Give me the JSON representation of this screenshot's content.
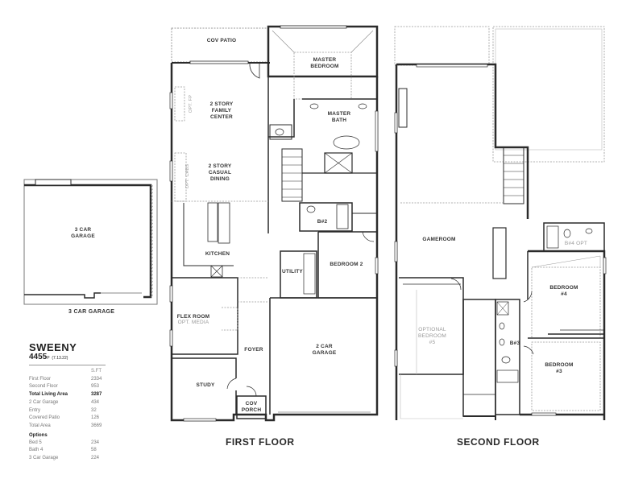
{
  "plan": {
    "name": "SWEENY",
    "number": "4455",
    "number_suffix": "P",
    "revision": "(7.13.22)"
  },
  "area_table": {
    "unit_header": "S.FT",
    "rows": [
      {
        "label": "First Floor",
        "value": "2334",
        "bold": false
      },
      {
        "label": "Second Floor",
        "value": "953",
        "bold": false
      },
      {
        "label": "Total Living Area",
        "value": "3287",
        "bold": true
      },
      {
        "label": "2 Car Garage",
        "value": "434",
        "bold": false
      },
      {
        "label": "Entry",
        "value": "32",
        "bold": false
      },
      {
        "label": "Covered Patio",
        "value": "126",
        "bold": false
      },
      {
        "label": "Total Area",
        "value": "3669",
        "bold": false
      }
    ],
    "options_header": "Options",
    "options": [
      {
        "label": "Bed 5",
        "value": "234"
      },
      {
        "label": "Bath 4",
        "value": "58"
      },
      {
        "label": "3 Car Garage",
        "value": "224"
      }
    ]
  },
  "option_garage": {
    "room_label": "3 CAR\nGARAGE",
    "caption": "3 CAR GARAGE"
  },
  "first_floor": {
    "title": "FIRST FLOOR",
    "rooms": {
      "cov_patio": "COV PATIO",
      "master_bedroom": "MASTER\nBEDROOM",
      "family_center": "2 STORY\nFAMILY\nCENTER",
      "master_bath": "MASTER\nBATH",
      "casual_dining": "2 STORY\nCASUAL\nDINING",
      "opt_fp": "OPT. FP",
      "opt_cabs": "OPT. CABS",
      "bath2": "B#2",
      "kitchen": "KITCHEN",
      "utility": "UTILITY",
      "bedroom2": "BEDROOM 2",
      "flex_room": "FLEX ROOM",
      "flex_room_sub": "OPT. MEDIA",
      "foyer": "FOYER",
      "garage": "2 CAR\nGARAGE",
      "study": "STUDY",
      "cov_porch": "COV\nPORCH"
    }
  },
  "second_floor": {
    "title": "SECOND FLOOR",
    "rooms": {
      "gameroom": "GAMEROOM",
      "bath4_opt": "B#4 OPT",
      "bedroom4": "BEDROOM\n#4",
      "optional_bedroom5": "OPTIONAL\nBEDROOM\n#5",
      "bath3": "B#3",
      "bedroom3": "BEDROOM\n#3"
    }
  },
  "colors": {
    "wall": "#2b2b2b",
    "dashed": "#9a9a9a",
    "text": "#333333",
    "muted_text": "#9a9a9a"
  }
}
